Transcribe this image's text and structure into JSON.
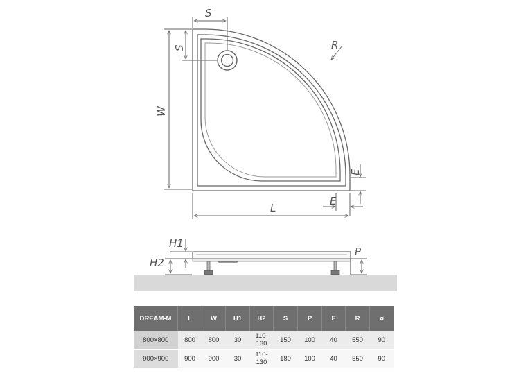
{
  "dimension_labels": {
    "S_top": "S",
    "S_left": "S",
    "R": "R",
    "W": "W",
    "E_side": "E",
    "E_bottom": "E",
    "L": "L",
    "H1": "H1",
    "H2": "H2",
    "P": "P"
  },
  "table": {
    "headers": [
      "DREAM-M",
      "L",
      "W",
      "H1",
      "H2",
      "S",
      "P",
      "E",
      "R",
      "ø"
    ],
    "rows": [
      [
        "800×800",
        "800",
        "800",
        "30",
        "110-130",
        "150",
        "100",
        "40",
        "550",
        "90"
      ],
      [
        "900×900",
        "900",
        "900",
        "30",
        "110-130",
        "180",
        "100",
        "40",
        "550",
        "90"
      ]
    ]
  },
  "colors": {
    "line": "#555555",
    "floor": "#d9d9d9",
    "header_bg": "#6f6f6f"
  }
}
